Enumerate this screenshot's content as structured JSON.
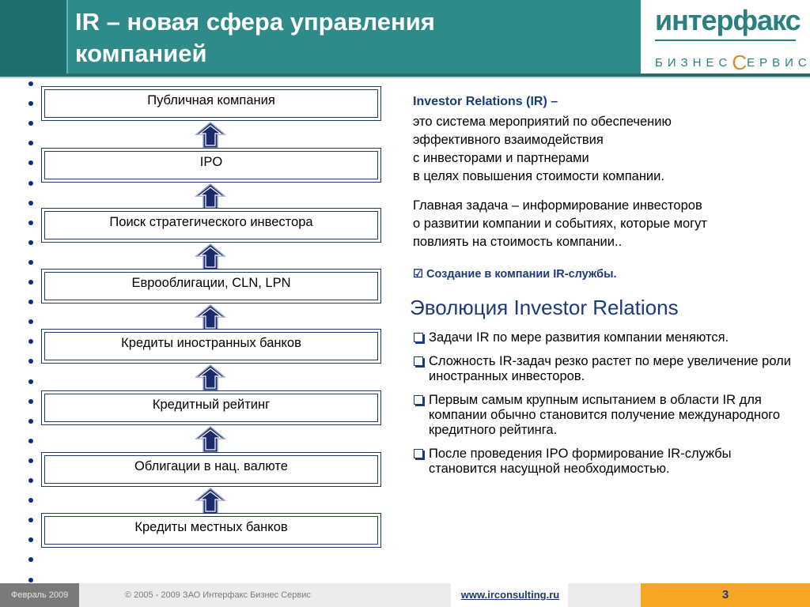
{
  "header": {
    "title_line1": "IR – новая сфера управления",
    "title_line2": "компанией",
    "logo_main": "интерфакс",
    "logo_sub_left": "БИЗНЕС",
    "logo_sub_c": "С",
    "logo_sub_right": "ЕРВИС",
    "accent_color": "#2f8a8a"
  },
  "flow": {
    "steps": [
      "Публичная компания",
      "IPO",
      "Поиск стратегического инвестора",
      "Еврооблигации, CLN, LPN",
      "Кредиты иностранных банков",
      "Кредитный рейтинг",
      "Облигации в нац. валюте",
      "Кредиты местных банков"
    ],
    "arrow_icon": "up-arrow-icon"
  },
  "right": {
    "ir_title": "Investor Relations (IR) –",
    "definition_lines": [
      "это система мероприятий по обеспечению",
      "эффективного взаимодействия",
      "с инвесторами и партнерами",
      "в целях повышения стоимости компании."
    ],
    "task_lines": [
      "Главная задача – информирование инвесторов",
      "о развитии компании и событиях, которые могут",
      "повлиять на стоимость компании.."
    ],
    "create_mark": "☑",
    "create_text": "Создание в компании IR-службы.",
    "evolution_title": "Эволюция Investor Relations",
    "evolution_items": [
      "Задачи IR по мере развития компании меняются.",
      "Сложность IR-задач резко растет по мере увеличение роли иностранных инвесторов.",
      "Первым самым крупным испытанием в области IR для компании обычно становится получение международного кредитного рейтинга.",
      "После проведения IPO формирование IR-службы становится насущной необходимостью."
    ]
  },
  "footer": {
    "date": "Февраль 2009",
    "copyright": "© 2005 - 2009 ЗАО Интерфакс Бизнес Сервис",
    "url": "www.irconsulting.ru",
    "page_number": "3"
  }
}
